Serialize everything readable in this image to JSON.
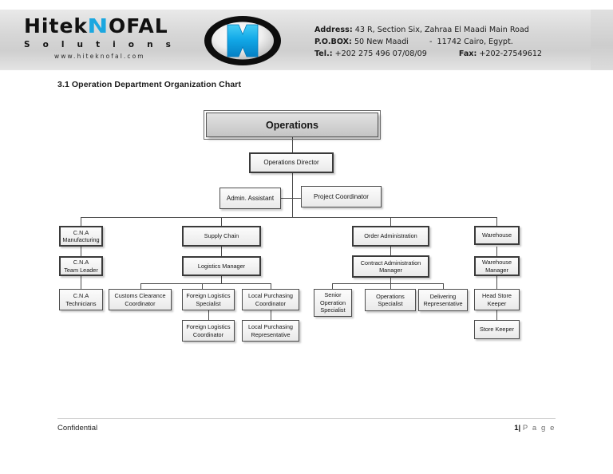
{
  "letterhead": {
    "brand_name_part1": "Hitek",
    "brand_name_n": "N",
    "brand_name_part2": "OFAL",
    "brand_tagline": "S o l u t i o n s",
    "brand_url": "www.hiteknofal.com",
    "logo_icon": "hiteknofal-n-medallion-logo",
    "address_label": "Address:",
    "address_value": "43 R, Section Six, Zahraa El Maadi Main Road",
    "pobox_label": "P.O.BOX:",
    "pobox_value": "50 New Maadi",
    "pobox_dash": "-",
    "pobox_city": "11742 Cairo, Egypt.",
    "tel_label": "Tel.:",
    "tel_value": "+202 275 496 07/08/09",
    "fax_label": "Fax:",
    "fax_value": "+202-27549612"
  },
  "section": {
    "heading": "3.1 Operation Department Organization Chart"
  },
  "chart_data": {
    "type": "diagram",
    "title": "3.1 Operation Department Organization Chart",
    "orientation": "top-down",
    "nodes": [
      {
        "id": "operations",
        "label": "Operations",
        "level": 0
      },
      {
        "id": "operations-director",
        "label": "Operations Director",
        "level": 1
      },
      {
        "id": "admin-assistant",
        "label": "Admin. Assistant",
        "level": 2
      },
      {
        "id": "project-coordinator",
        "label": "Project Coordinator",
        "level": 2
      },
      {
        "id": "cna-manufacturing",
        "label": "C.N.A\nManufacturing",
        "level": 3
      },
      {
        "id": "supply-chain",
        "label": "Supply Chain",
        "level": 3
      },
      {
        "id": "order-administration",
        "label": "Order Administration",
        "level": 3
      },
      {
        "id": "warehouse",
        "label": "Warehouse",
        "level": 3
      },
      {
        "id": "cna-team-leader",
        "label": "C.N.A\nTeam Leader",
        "level": 4
      },
      {
        "id": "logistics-manager",
        "label": "Logistics Manager",
        "level": 4
      },
      {
        "id": "contract-admin-manager",
        "label": "Contract Administration\nManager",
        "level": 4
      },
      {
        "id": "warehouse-manager",
        "label": "Warehouse\nManager",
        "level": 4
      },
      {
        "id": "cna-technicians",
        "label": "C.N.A\nTechnicians",
        "level": 5
      },
      {
        "id": "customs-clearance",
        "label": "Customs Clearance\nCoordinator",
        "level": 5
      },
      {
        "id": "foreign-logistics-spec",
        "label": "Foreign Logistics\nSpecialist",
        "level": 5
      },
      {
        "id": "local-purchasing-coord",
        "label": "Local Purchasing\nCoordinator",
        "level": 5
      },
      {
        "id": "senior-operation-spec",
        "label": "Senior\nOperation\nSpecialist",
        "level": 5
      },
      {
        "id": "operations-specialist",
        "label": "Operations\nSpecialist",
        "level": 5
      },
      {
        "id": "delivering-rep",
        "label": "Delivering\nRepresentative",
        "level": 5
      },
      {
        "id": "head-store-keeper",
        "label": "Head Store\nKeeper",
        "level": 5
      },
      {
        "id": "foreign-logistics-coord",
        "label": "Foreign Logistics\nCoordinator",
        "level": 6
      },
      {
        "id": "local-purchasing-rep",
        "label": "Local Purchasing\nRepresentative",
        "level": 6
      },
      {
        "id": "store-keeper",
        "label": "Store Keeper",
        "level": 6
      }
    ],
    "edges": [
      [
        "operations",
        "operations-director"
      ],
      [
        "operations-director",
        "admin-assistant"
      ],
      [
        "operations-director",
        "project-coordinator"
      ],
      [
        "operations-director",
        "cna-manufacturing"
      ],
      [
        "operations-director",
        "supply-chain"
      ],
      [
        "operations-director",
        "order-administration"
      ],
      [
        "operations-director",
        "warehouse"
      ],
      [
        "cna-manufacturing",
        "cna-team-leader"
      ],
      [
        "supply-chain",
        "logistics-manager"
      ],
      [
        "order-administration",
        "contract-admin-manager"
      ],
      [
        "warehouse",
        "warehouse-manager"
      ],
      [
        "cna-team-leader",
        "cna-technicians"
      ],
      [
        "logistics-manager",
        "customs-clearance"
      ],
      [
        "logistics-manager",
        "foreign-logistics-spec"
      ],
      [
        "logistics-manager",
        "local-purchasing-coord"
      ],
      [
        "contract-admin-manager",
        "senior-operation-spec"
      ],
      [
        "contract-admin-manager",
        "operations-specialist"
      ],
      [
        "contract-admin-manager",
        "delivering-rep"
      ],
      [
        "warehouse-manager",
        "head-store-keeper"
      ],
      [
        "foreign-logistics-spec",
        "foreign-logistics-coord"
      ],
      [
        "local-purchasing-coord",
        "local-purchasing-rep"
      ],
      [
        "head-store-keeper",
        "store-keeper"
      ]
    ]
  },
  "footer": {
    "left": "Confidential",
    "page_number": "1",
    "page_separator": "|",
    "page_word": "P a g e"
  }
}
